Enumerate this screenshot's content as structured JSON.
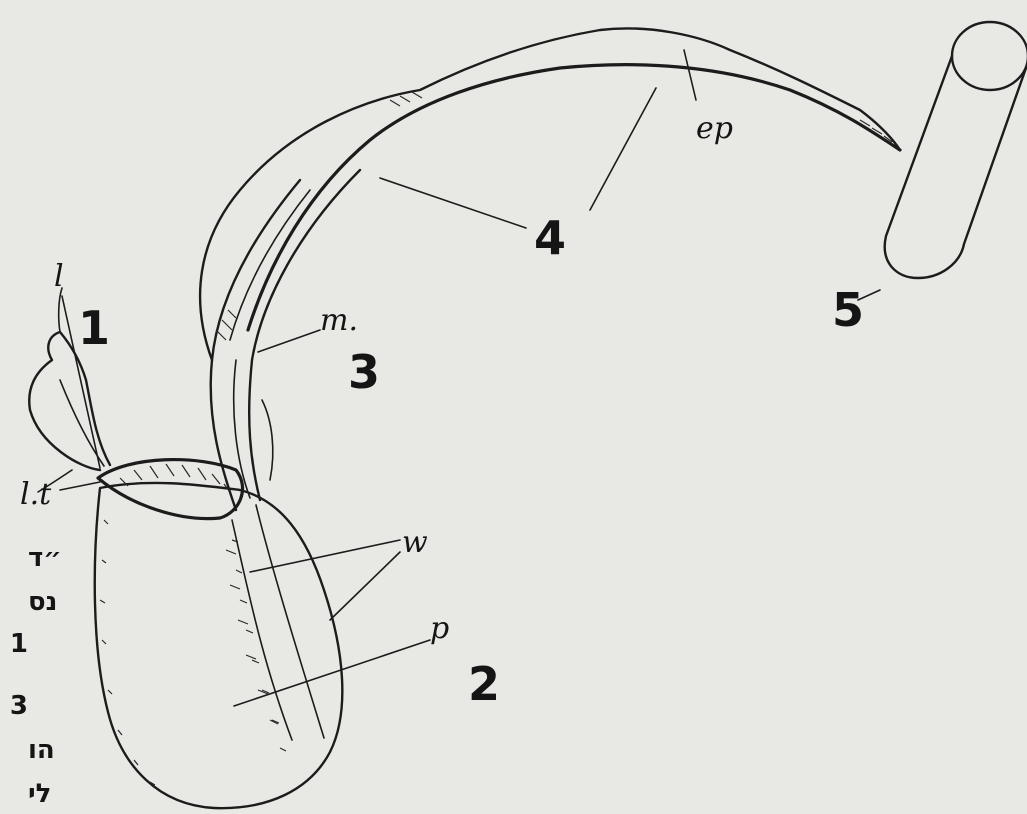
{
  "labels": {
    "part_1": "1",
    "part_2": "2",
    "part_3": "3",
    "part_4": "4",
    "part_5": "5",
    "l": "l",
    "lt": "l.t",
    "m": "m.",
    "ep": "ep",
    "w": "w",
    "p": "p"
  },
  "side_text": [
    "״ד",
    "נס",
    "1",
    "3",
    "הו",
    "לי"
  ]
}
